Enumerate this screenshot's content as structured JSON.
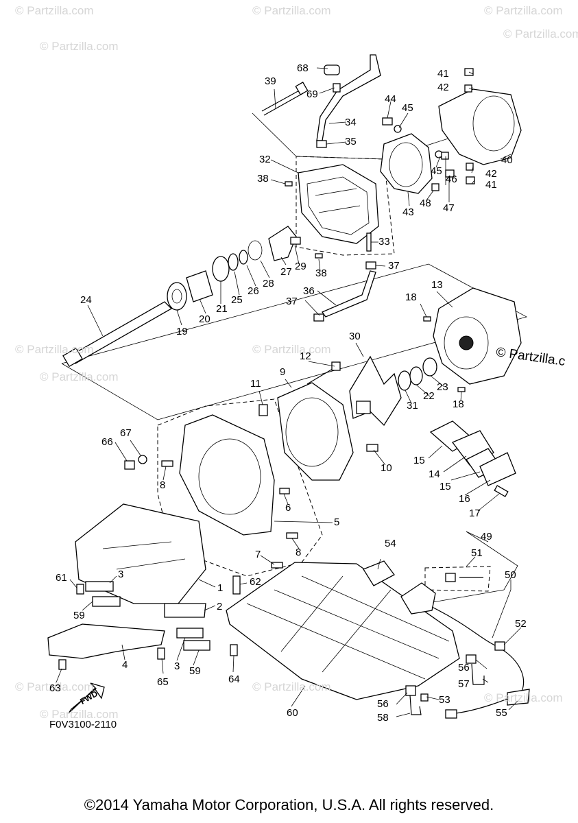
{
  "watermarks": [
    "© Partzilla.com",
    "© Partzilla.com",
    "© Partzilla.com",
    "© Partzilla.com",
    "© Partzilla.com",
    "© Partzilla.com",
    "© Partzilla.com",
    "© Partzilla.com",
    "© Partzilla.com",
    "© Partzilla.com",
    "© Partzilla.com",
    "© Partzilla.com"
  ],
  "watermark_dark": "© Partzilla.c",
  "drawing_code": "F0V3100-2110",
  "fwd_label": "FWD",
  "copyright": "©2014 Yamaha Motor Corporation, U.S.A. All rights reserved.",
  "callouts": [
    "1",
    "2",
    "3",
    "3",
    "4",
    "5",
    "6",
    "7",
    "8",
    "8",
    "9",
    "10",
    "11",
    "12",
    "13",
    "14",
    "15",
    "15",
    "16",
    "17",
    "18",
    "18",
    "19",
    "20",
    "21",
    "22",
    "23",
    "24",
    "25",
    "26",
    "27",
    "28",
    "29",
    "30",
    "31",
    "32",
    "33",
    "34",
    "35",
    "36",
    "37",
    "37",
    "38",
    "38",
    "39",
    "40",
    "41",
    "41",
    "42",
    "42",
    "43",
    "44",
    "45",
    "45",
    "46",
    "47",
    "48",
    "49",
    "50",
    "51",
    "52",
    "53",
    "54",
    "55",
    "56",
    "56",
    "57",
    "58",
    "59",
    "59",
    "60",
    "61",
    "62",
    "63",
    "64",
    "65",
    "66",
    "67",
    "68",
    "69"
  ]
}
